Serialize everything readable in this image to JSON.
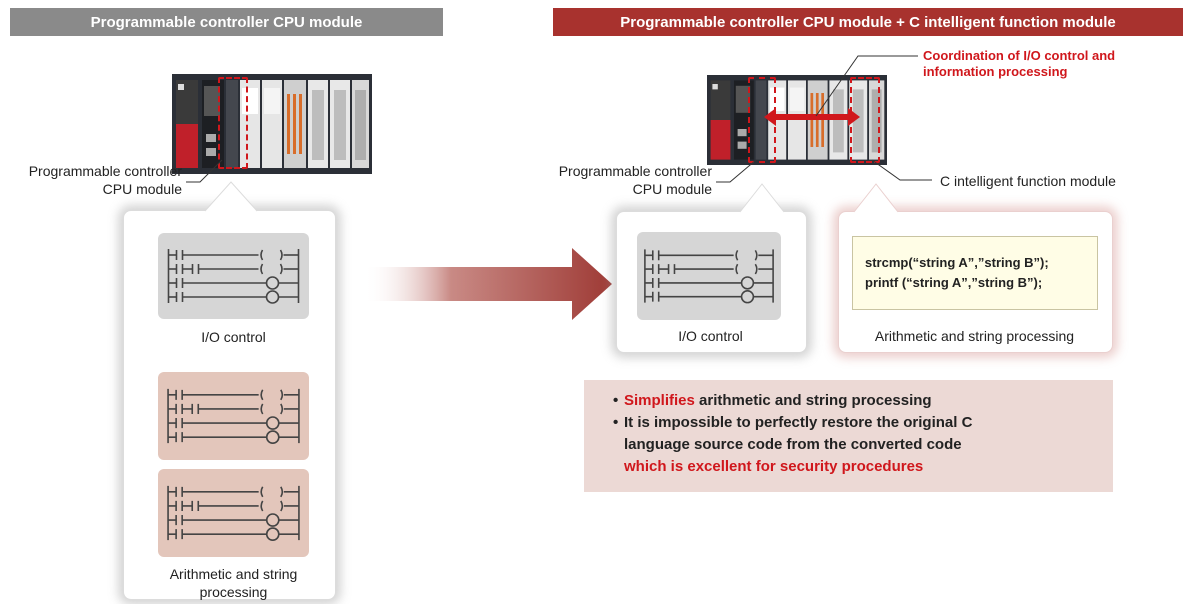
{
  "headers": {
    "left": "Programmable controller CPU module",
    "right": "Programmable controller CPU module + C intelligent function module"
  },
  "left": {
    "cpu_label": [
      "Programmable controller",
      "CPU module"
    ],
    "io_caption": "I/O control",
    "arith_caption": [
      "Arithmetic and string",
      "processing"
    ]
  },
  "right": {
    "cpu_label": [
      "Programmable controller",
      "CPU module"
    ],
    "c_module_label": "C intelligent function module",
    "coordination": [
      "Coordination of I/O control and",
      "information processing"
    ],
    "io_caption": "I/O control",
    "arith_caption": "Arithmetic and string processing",
    "code": [
      "strcmp(“string A”,”string B”);",
      "printf (“string A”,”string B”);"
    ]
  },
  "notes": {
    "bullet": "•",
    "line1_red": "Simplifies",
    "line1_rest": " arithmetic and string processing",
    "line2": "It is impossible to perfectly restore the original C",
    "line3": "language source code from the converted code",
    "line4_red": "which is excellent for security procedures"
  },
  "colors": {
    "header_left": "#8a8a8a",
    "header_right": "#a8322e",
    "accent_red": "#d0171c",
    "arrow": "#9e3a35"
  },
  "icons": [
    "programmable-controller-image",
    "ladder-diagram",
    "transition-arrow",
    "bidirectional-arrow"
  ]
}
